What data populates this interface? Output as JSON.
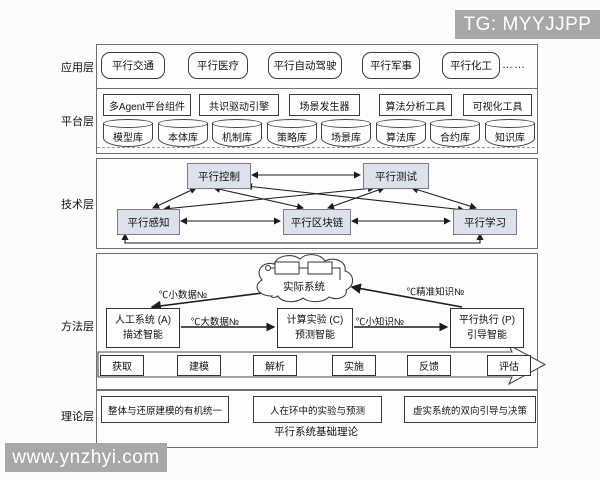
{
  "title": "平行系统基础理论",
  "watermarks": {
    "top_right": "TG: MYYJJPP",
    "bottom_left": "www.ynzhyi.com"
  },
  "colors": {
    "watermark_bg": "#a8a8a8",
    "tech_node_fill": "#dce1ec",
    "box_border": "#3c3c3c",
    "layer_border": "#6f6f6f",
    "arrow": "#1c1c1c"
  },
  "layers": {
    "application": {
      "label": "应用层",
      "items": [
        "平行交通",
        "平行医疗",
        "平行自动驾驶",
        "平行军事",
        "平行化工"
      ],
      "ellipsis": "……"
    },
    "platform": {
      "label": "平台层",
      "tools": [
        "多Agent平台组件",
        "共识驱动引擎",
        "场景发生器",
        "算法分析工具",
        "可视化工具"
      ],
      "databases": [
        "模型库",
        "本体库",
        "机制库",
        "策略库",
        "场景库",
        "算法库",
        "合约库",
        "知识库"
      ]
    },
    "technology": {
      "label": "技术层",
      "nodes": [
        "平行控制",
        "平行测试",
        "平行感知",
        "平行区块链",
        "平行学习"
      ]
    },
    "methodology": {
      "label": "方法层",
      "cloud": "实际系统",
      "boxes": [
        {
          "title": "人工系统 (A)",
          "subtitle": "描述智能"
        },
        {
          "title": "计算实验 (C)",
          "subtitle": "预测智能"
        },
        {
          "title": "平行执行 (P)",
          "subtitle": "引导智能"
        }
      ],
      "flow_labels": {
        "small_data": "℃小数据№",
        "big_data": "℃大数据№",
        "small_knowledge": "℃小知识№",
        "precise_knowledge": "℃精准知识№"
      },
      "process_steps": [
        "获取",
        "建模",
        "解析",
        "实施",
        "反馈",
        "评估"
      ]
    },
    "theory": {
      "label": "理论层",
      "items": [
        "整体与还原建模的有机统一",
        "人在环中的实验与预测",
        "虚实系统的双向引导与决策"
      ],
      "caption": "平行系统基础理论"
    }
  }
}
